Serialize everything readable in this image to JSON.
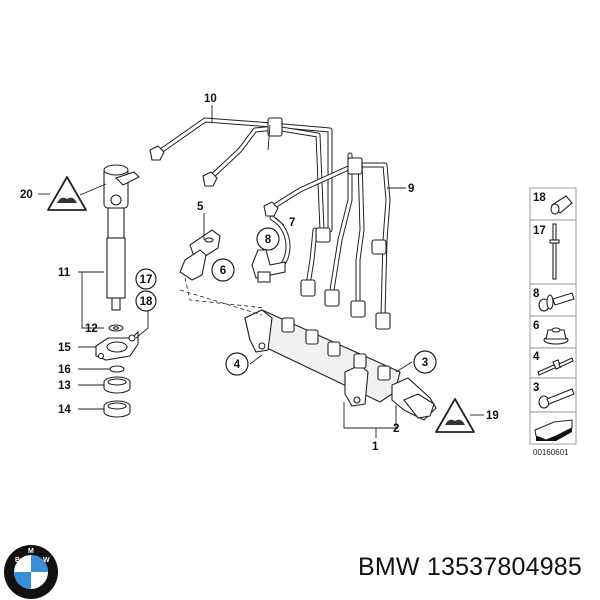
{
  "diagram": {
    "title": "High-pressure fuel rail / injector lines",
    "callouts_plain": [
      "1",
      "2",
      "5",
      "7",
      "9",
      "10",
      "11",
      "12",
      "13",
      "14",
      "15",
      "16",
      "19",
      "20"
    ],
    "callouts_circled": [
      "3",
      "4",
      "6",
      "8",
      "17",
      "18"
    ],
    "warning_icon_name": "warning-triangle-icon",
    "diagram_number": "00160601"
  },
  "side_legend": {
    "items": [
      {
        "number": "18",
        "icon": "sleeve-icon"
      },
      {
        "number": "17",
        "icon": "stud-bolt-icon"
      },
      {
        "number": "8",
        "icon": "bolt-with-washer-icon"
      },
      {
        "number": "6",
        "icon": "hex-collar-nut-icon"
      },
      {
        "number": "4",
        "icon": "stud-icon"
      },
      {
        "number": "3",
        "icon": "hex-bolt-icon"
      },
      {
        "number": "",
        "icon": "direction-arrow-icon"
      }
    ]
  },
  "footer": {
    "brand": "BMW",
    "part_number": "13537804985",
    "title": "BMW 13537804985",
    "logo_letters": [
      "B",
      "M",
      "W"
    ],
    "logo_colors": {
      "blue": "#3a8fd6",
      "white": "#ffffff",
      "ring": "#111111"
    }
  }
}
